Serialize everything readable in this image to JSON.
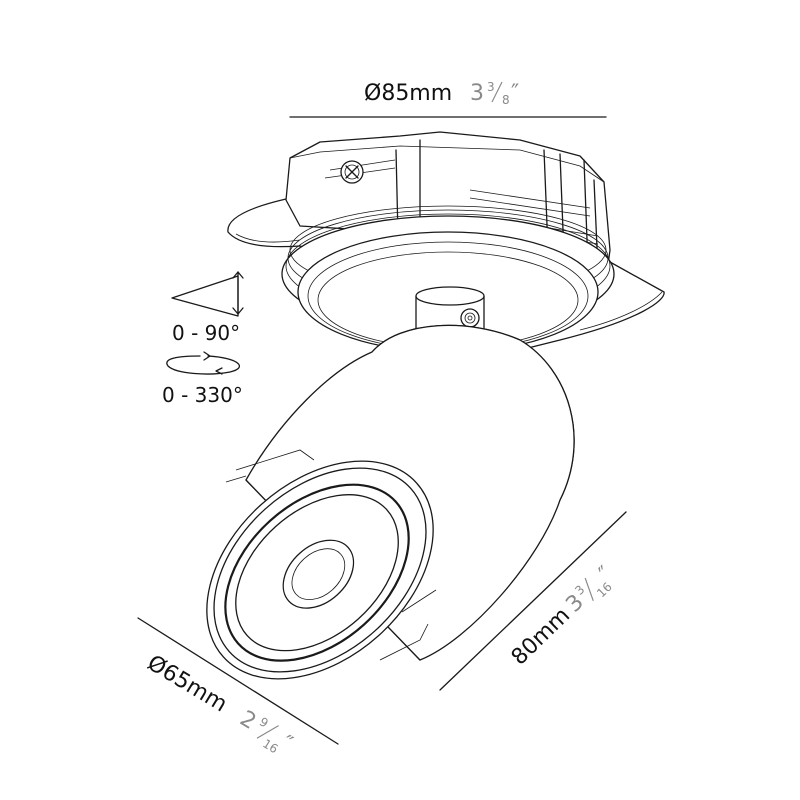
{
  "dimensions": {
    "diameter_top": {
      "metric": "Ø85mm",
      "inch_whole": "3",
      "inch_num": "3",
      "inch_den": "8",
      "inch_mark": "″"
    },
    "diameter_front": {
      "metric": "Ø65mm",
      "inch_whole": "2",
      "inch_num": "9",
      "inch_den": "16",
      "inch_mark": "″"
    },
    "length": {
      "metric": "80mm",
      "inch_whole": "3",
      "inch_num": "3",
      "inch_den": "16",
      "inch_mark": "″"
    }
  },
  "adjustments": {
    "tilt": "0 - 90°",
    "rotation": "0 - 330°"
  },
  "colors": {
    "line": "#1a1a1a",
    "imperial_text": "#8a8a8a",
    "background": "#ffffff"
  }
}
